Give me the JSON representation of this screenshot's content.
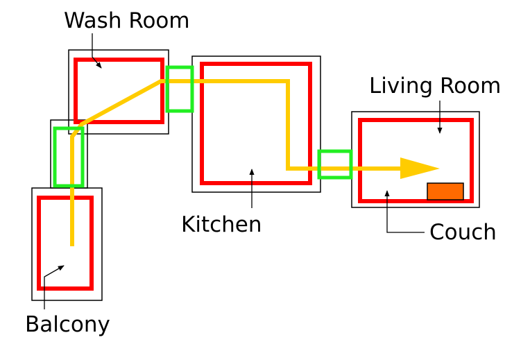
{
  "labels": {
    "wash_room": "Wash Room",
    "living_room": "Living Room",
    "kitchen": "Kitchen",
    "couch": "Couch",
    "balcony": "Balcony"
  },
  "colors": {
    "room_outline": "#000000",
    "room_zone": "#ff0000",
    "doorway": "#22ee22",
    "path": "#ffcc00",
    "couch": "#ff6a00",
    "background": "#ffffff"
  }
}
